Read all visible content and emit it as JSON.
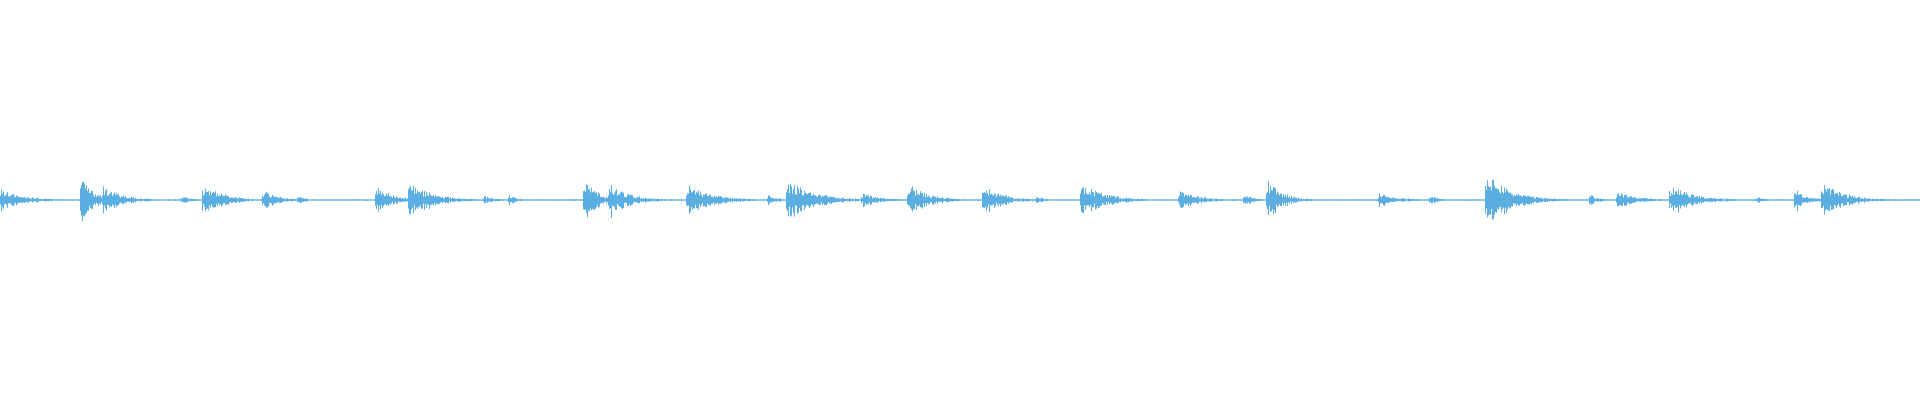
{
  "waveform": {
    "color": "#5aaee2",
    "background": "#ffffff",
    "baseline_fraction": 0.5,
    "transients": [
      {
        "t": 0.0,
        "amp": 0.055,
        "decay": 0.012
      },
      {
        "t": 0.042,
        "amp": 0.12,
        "decay": 0.006
      },
      {
        "t": 0.0535,
        "amp": 0.07,
        "decay": 0.01
      },
      {
        "t": 0.095,
        "amp": 0.018,
        "decay": 0.006
      },
      {
        "t": 0.106,
        "amp": 0.085,
        "decay": 0.01
      },
      {
        "t": 0.137,
        "amp": 0.05,
        "decay": 0.008
      },
      {
        "t": 0.155,
        "amp": 0.025,
        "decay": 0.004
      },
      {
        "t": 0.196,
        "amp": 0.08,
        "decay": 0.008
      },
      {
        "t": 0.213,
        "amp": 0.09,
        "decay": 0.012
      },
      {
        "t": 0.252,
        "amp": 0.022,
        "decay": 0.006
      },
      {
        "t": 0.265,
        "amp": 0.03,
        "decay": 0.004
      },
      {
        "t": 0.304,
        "amp": 0.13,
        "decay": 0.006
      },
      {
        "t": 0.317,
        "amp": 0.085,
        "decay": 0.01
      },
      {
        "t": 0.358,
        "amp": 0.08,
        "decay": 0.012
      },
      {
        "t": 0.4,
        "amp": 0.025,
        "decay": 0.005
      },
      {
        "t": 0.41,
        "amp": 0.1,
        "decay": 0.014
      },
      {
        "t": 0.449,
        "amp": 0.035,
        "decay": 0.01
      },
      {
        "t": 0.473,
        "amp": 0.085,
        "decay": 0.01
      },
      {
        "t": 0.512,
        "amp": 0.075,
        "decay": 0.01
      },
      {
        "t": 0.54,
        "amp": 0.022,
        "decay": 0.004
      },
      {
        "t": 0.563,
        "amp": 0.09,
        "decay": 0.012
      },
      {
        "t": 0.614,
        "amp": 0.055,
        "decay": 0.01
      },
      {
        "t": 0.648,
        "amp": 0.03,
        "decay": 0.005
      },
      {
        "t": 0.66,
        "amp": 0.1,
        "decay": 0.008
      },
      {
        "t": 0.718,
        "amp": 0.035,
        "decay": 0.01
      },
      {
        "t": 0.745,
        "amp": 0.025,
        "decay": 0.004
      },
      {
        "t": 0.774,
        "amp": 0.14,
        "decay": 0.012
      },
      {
        "t": 0.828,
        "amp": 0.035,
        "decay": 0.004
      },
      {
        "t": 0.842,
        "amp": 0.045,
        "decay": 0.01
      },
      {
        "t": 0.87,
        "amp": 0.075,
        "decay": 0.012
      },
      {
        "t": 0.915,
        "amp": 0.02,
        "decay": 0.004
      },
      {
        "t": 0.935,
        "amp": 0.055,
        "decay": 0.006
      },
      {
        "t": 0.949,
        "amp": 0.085,
        "decay": 0.012
      }
    ]
  }
}
